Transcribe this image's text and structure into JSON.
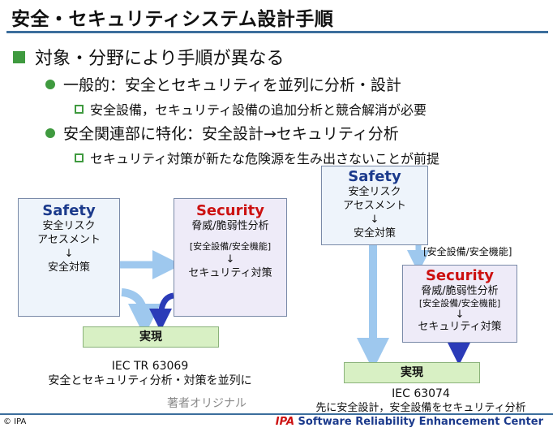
{
  "title": "安全・セキュリティシステム設計手順",
  "bullets": {
    "level1": "対象・分野により手順が異なる",
    "item1": "一般的：安全とセキュリティを並列に分析・設計",
    "item1_sub": "安全設備，セキュリティ設備の追加分析と競合解消が必要",
    "item2": "安全関連部に特化：安全設計→セキュリティ分析",
    "item2_sub": "セキュリティ対策が新たな危険源を生み出さないことが前提"
  },
  "left_diagram": {
    "safety_title": "Safety",
    "safety_lines": [
      "安全リスク",
      "アセスメント",
      "↓",
      "安全対策"
    ],
    "security_title": "Security",
    "security_line1": "脅威/脆弱性分析",
    "security_bracket": "[安全設備/安全機能]",
    "security_arrow": "↓",
    "security_line2": "セキュリティ対策",
    "realize_label": "実現",
    "caption1": "IEC TR 63069",
    "caption2": "安全とセキュリティ分析・対策を並列に",
    "note": "著者オリジナル"
  },
  "right_diagram": {
    "safety_title": "Safety",
    "safety_lines": [
      "安全リスク",
      "アセスメント",
      "↓",
      "安全対策"
    ],
    "bracket_label": "[安全設備/安全機能]",
    "security_title": "Security",
    "security_line1": "脅威/脆弱性分析",
    "security_bracket": "[安全設備/安全機能]",
    "security_arrow": "↓",
    "security_line2": "セキュリティ対策",
    "realize_label": "実現",
    "caption1": "IEC 63074",
    "caption2": "先に安全設計，安全設備をセキュリティ分析"
  },
  "footer": {
    "left": "© IPA",
    "right_brand": "IPA",
    "right_text": " Software Reliability Enhancement Center"
  },
  "colors": {
    "accent_green": "#3f9a3f",
    "rule_blue": "#3c6e9c",
    "safety_blue": "#1b3a8c",
    "security_red": "#cc1111",
    "arrow_light": "#9ec8ee",
    "arrow_dark": "#2b3bb8"
  }
}
